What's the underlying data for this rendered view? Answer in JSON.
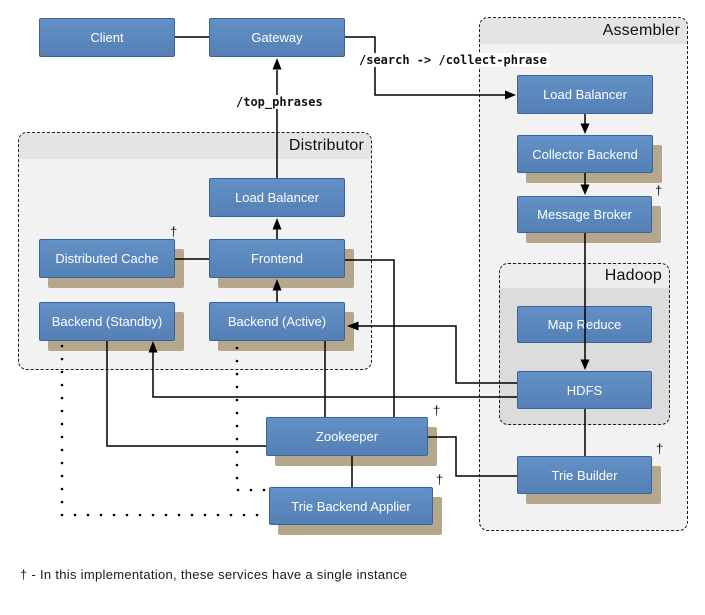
{
  "groups": {
    "distributor": {
      "title": "Distributor"
    },
    "assembler": {
      "title": "Assembler"
    },
    "hadoop": {
      "title": "Hadoop"
    }
  },
  "nodes": {
    "client": {
      "label": "Client"
    },
    "gateway": {
      "label": "Gateway"
    },
    "dist_load_balancer": {
      "label": "Load Balancer"
    },
    "distributed_cache": {
      "label": "Distributed Cache",
      "footnote": "†"
    },
    "frontend": {
      "label": "Frontend"
    },
    "backend_standby": {
      "label": "Backend (Standby)"
    },
    "backend_active": {
      "label": "Backend (Active)"
    },
    "asm_load_balancer": {
      "label": "Load Balancer"
    },
    "collector_backend": {
      "label": "Collector Backend"
    },
    "message_broker": {
      "label": "Message Broker",
      "footnote": "†"
    },
    "map_reduce": {
      "label": "Map Reduce"
    },
    "hdfs": {
      "label": "HDFS"
    },
    "trie_builder": {
      "label": "Trie Builder",
      "footnote": "†"
    },
    "zookeeper": {
      "label": "Zookeeper",
      "footnote": "†"
    },
    "trie_backend_applier": {
      "label": "Trie Backend Applier",
      "footnote": "†"
    }
  },
  "edge_labels": {
    "top_phrases": "/top_phrases",
    "search_collect": "/search -> /collect-phrase"
  },
  "footnote": {
    "text": "† - In this implementation, these services have a single instance"
  },
  "colors": {
    "node_fill": "#5480b6",
    "node_border": "#3c639b",
    "shadow": "#b5a78c",
    "group_header": "#e4e4e4",
    "group_body": "#f2f2f2",
    "hadoop_header": "#ededed",
    "hadoop_body": "#dcdcdc",
    "line": "#000000"
  }
}
